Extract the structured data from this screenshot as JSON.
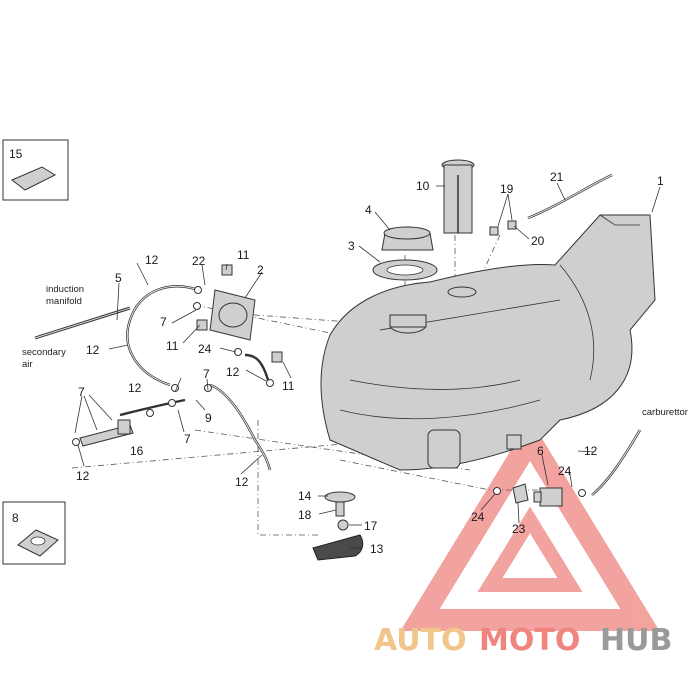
{
  "callouts": {
    "c1": "1",
    "c2": "2",
    "c3": "3",
    "c4": "4",
    "c5": "5",
    "c6": "6",
    "c7a": "7",
    "c7b": "7",
    "c7c": "7",
    "c7d": "7",
    "c8": "8",
    "c9": "9",
    "c10": "10",
    "c11a": "11",
    "c11b": "11",
    "c11c": "11",
    "c12a": "12",
    "c12b": "12",
    "c12c": "12",
    "c12d": "12",
    "c12e": "12",
    "c12f": "12",
    "c12g": "12",
    "c13": "13",
    "c14": "14",
    "c15": "15",
    "c16": "16",
    "c17": "17",
    "c18": "18",
    "c19": "19",
    "c20": "20",
    "c21": "21",
    "c22": "22",
    "c23": "23",
    "c24a": "24",
    "c24b": "24",
    "c24c": "24"
  },
  "labels": {
    "induction": "induction",
    "manifold": "manifold",
    "secondary": "secondary",
    "air": "air",
    "carburettor": "carburettor"
  },
  "watermark": {
    "part1": "AUTO",
    "part2": "MOTO",
    "part3": "HUB",
    "color1": "#f2c58a",
    "color2": "#f0857f",
    "color3": "#9a9a9a"
  }
}
